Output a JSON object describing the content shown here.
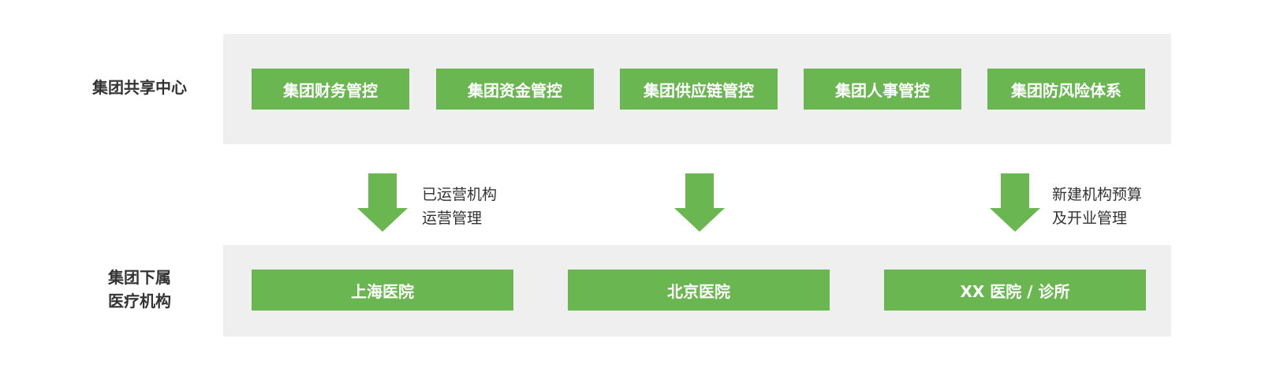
{
  "colors": {
    "accent": "#6ab650",
    "panel": "#efefef",
    "text": "#333333",
    "box_text": "#ffffff"
  },
  "top_row": {
    "label": "集团共享中心",
    "boxes": [
      "集团财务管控",
      "集团资金管控",
      "集团供应链管控",
      "集团人事管控",
      "集团防风险体系"
    ]
  },
  "flows": [
    {
      "icon": "arrow-down-icon",
      "lines": [
        "已运营机构",
        "运营管理"
      ]
    },
    {
      "icon": "arrow-down-icon",
      "lines": []
    },
    {
      "icon": "arrow-down-icon",
      "lines": [
        "新建机构预算",
        "及开业管理"
      ]
    }
  ],
  "bottom_row": {
    "label_lines": [
      "集团下属",
      "医疗机构"
    ],
    "boxes": [
      "上海医院",
      "北京医院",
      "XX 医院 / 诊所"
    ]
  }
}
